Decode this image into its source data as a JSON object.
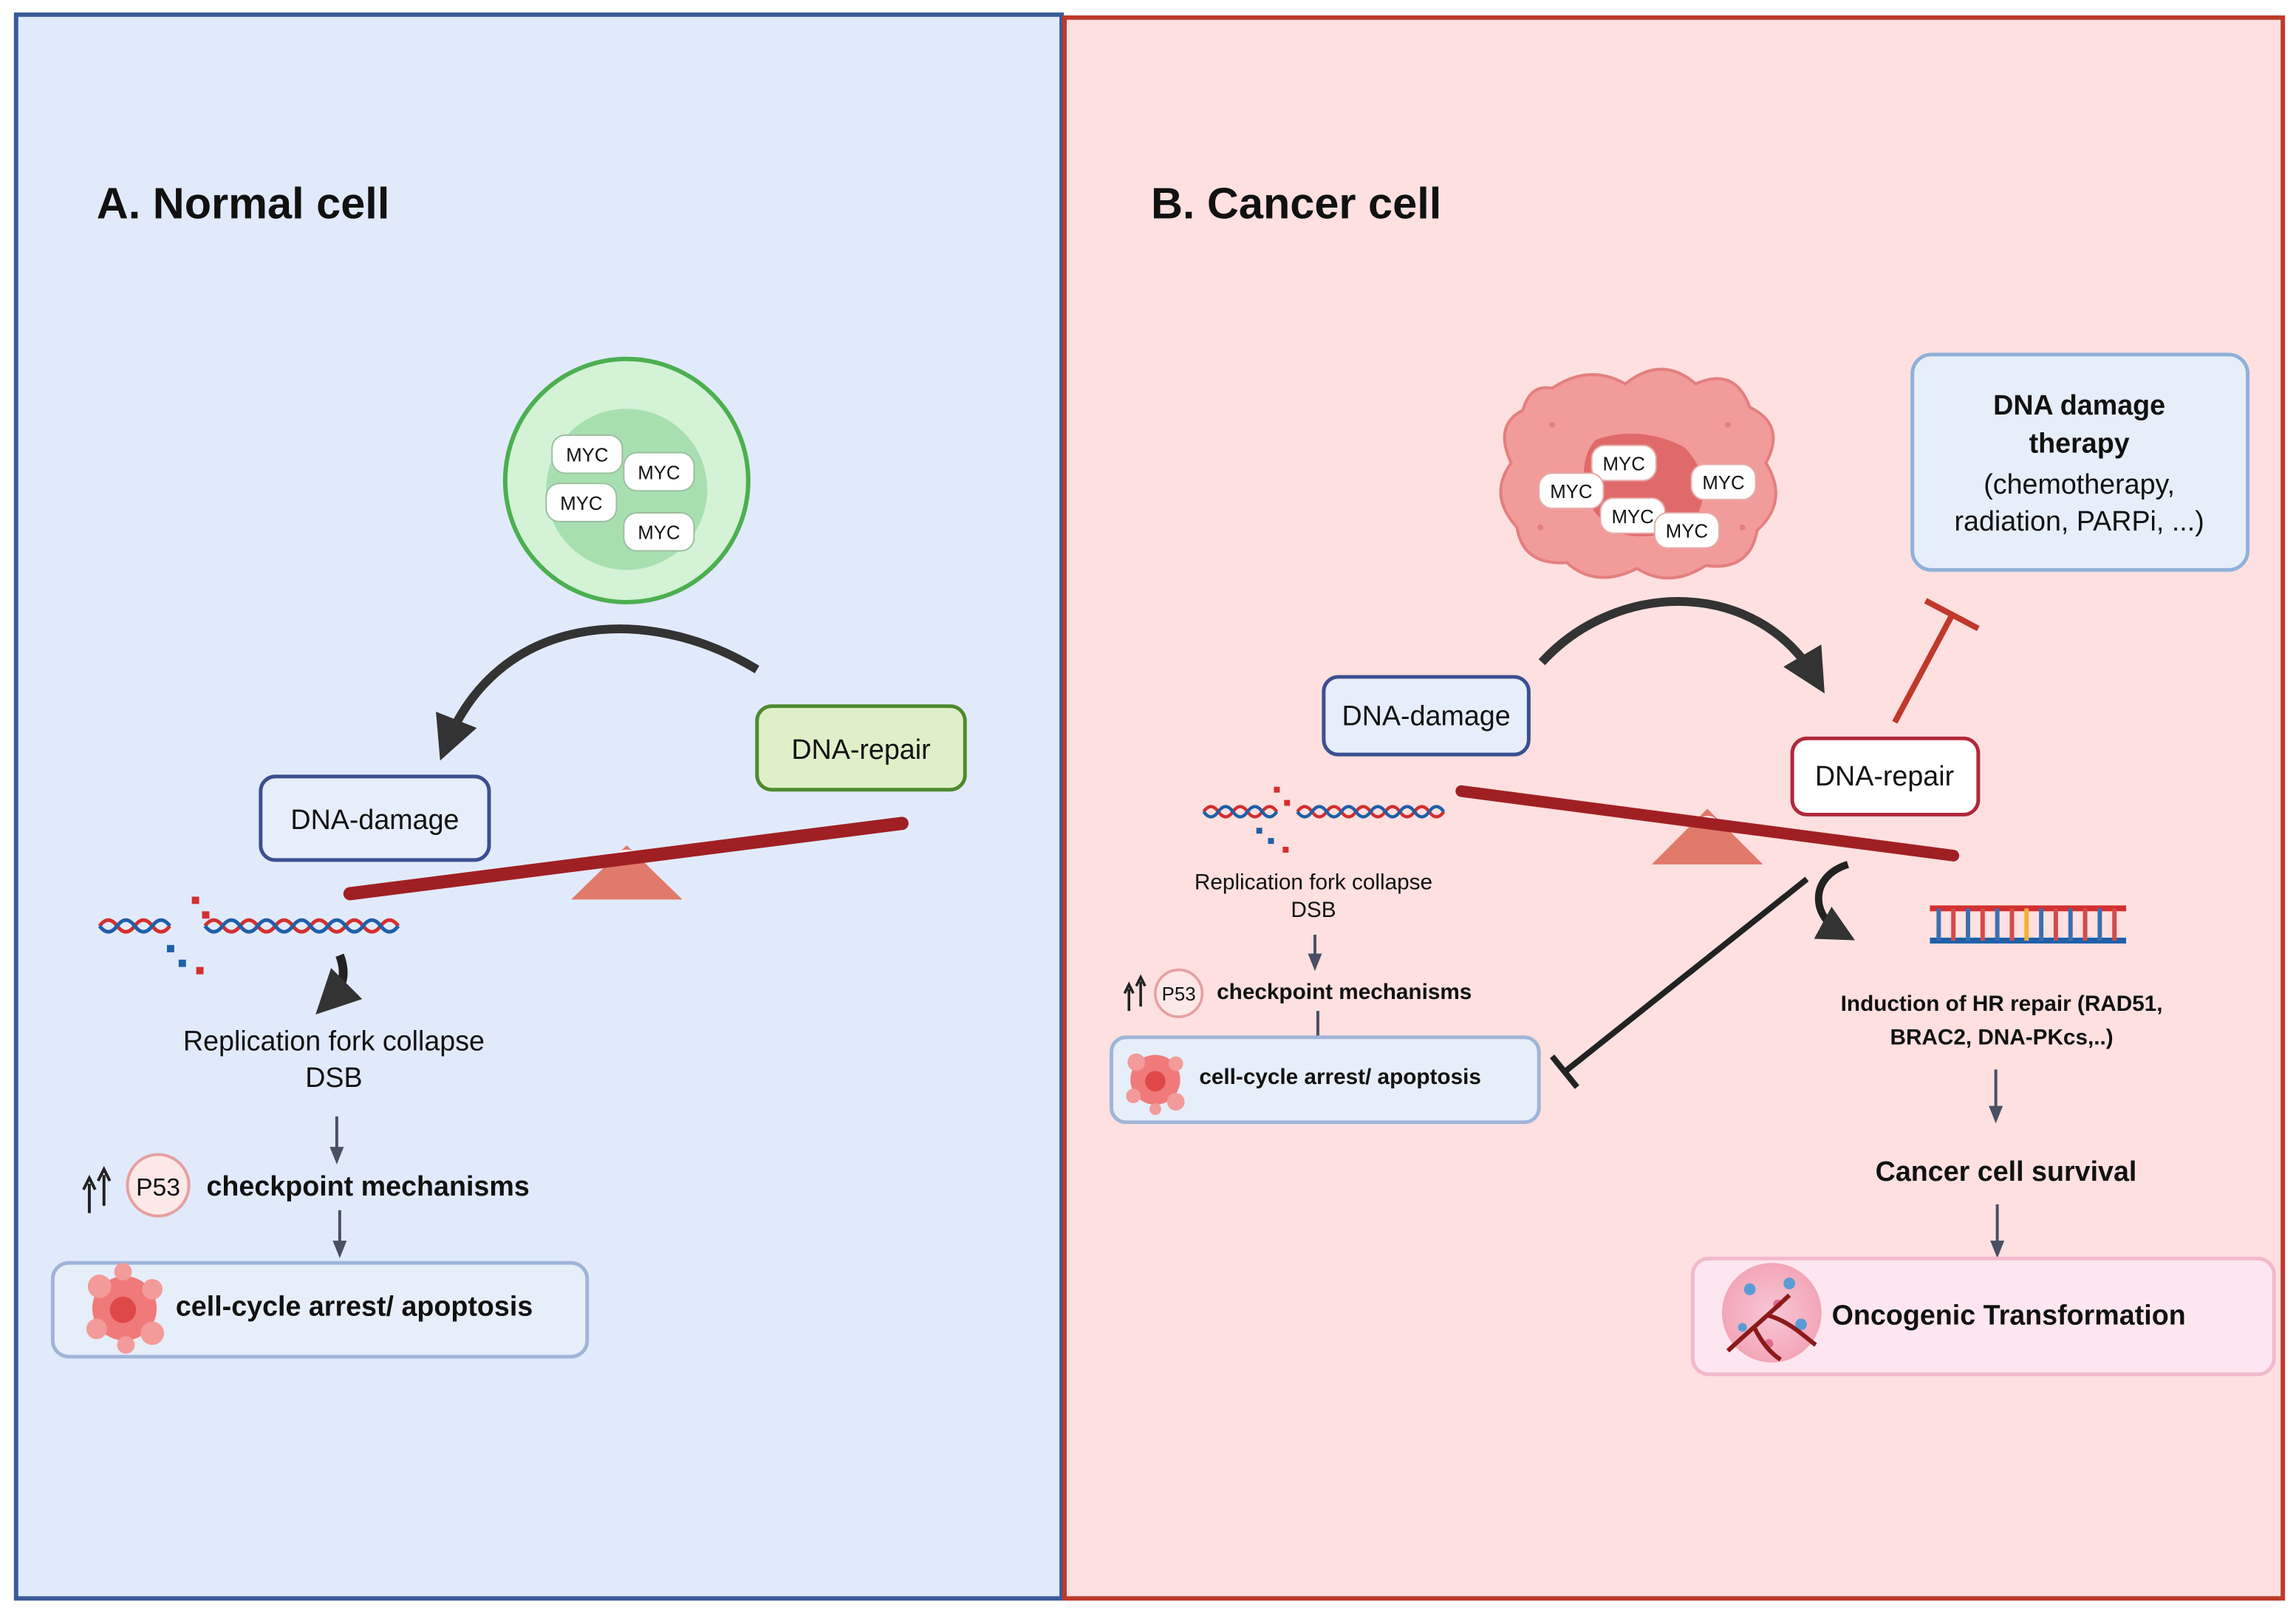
{
  "panel_a": {
    "title": "A. Normal cell",
    "myc_labels": [
      "MYC",
      "MYC",
      "MYC",
      "MYC"
    ],
    "dna_damage_label": "DNA-damage",
    "dna_repair_label": "DNA-repair",
    "fork_collapse_label": "Replication fork collapse",
    "dsb_label": "DSB",
    "p53_label": "P53",
    "checkpoint_label": "checkpoint mechanisms",
    "outcome_label": "cell-cycle arrest/ apoptosis"
  },
  "panel_b": {
    "title": "B. Cancer cell",
    "myc_labels": [
      "MYC",
      "MYC",
      "MYC",
      "MYC",
      "MYC"
    ],
    "dna_damage_label": "DNA-damage",
    "dna_repair_label": "DNA-repair",
    "therapy_title_line1": "DNA damage",
    "therapy_title_line2": "therapy",
    "therapy_desc_line1": "(chemotherapy,",
    "therapy_desc_line2": "radiation, PARPi, ...)",
    "fork_collapse_label": "Replication fork collapse",
    "dsb_label": "DSB",
    "p53_label": "P53",
    "checkpoint_label": "checkpoint mechanisms",
    "outcome_label": "cell-cycle arrest/ apoptosis",
    "hr_line1": "Induction of HR repair (RAD51,",
    "hr_line2": "BRAC2, DNA-PKcs,..)",
    "survival_label": "Cancer cell survival",
    "transformation_label": "Oncogenic Transformation"
  },
  "colors": {
    "panel_a_bg": "#e1eafb",
    "panel_a_border": "#3b5a9a",
    "panel_b_bg": "#fde0df",
    "panel_b_border": "#c0392b",
    "seesaw_bar": "#a01f23",
    "fulcrum": "#e07a6a",
    "helix_red": "#d32f2f",
    "helix_blue": "#1f5fa8",
    "normal_cell_outer": "#d3f2d6",
    "normal_cell_inner": "#a8dfb0",
    "cancer_cell": "#f29b9b",
    "inhibition_red": "#c0392b"
  },
  "icons": [
    "up-arrows-icon",
    "apoptotic-cell-icon",
    "dna-helix-icon",
    "tumor-vessel-icon",
    "myc-protein-icon"
  ]
}
